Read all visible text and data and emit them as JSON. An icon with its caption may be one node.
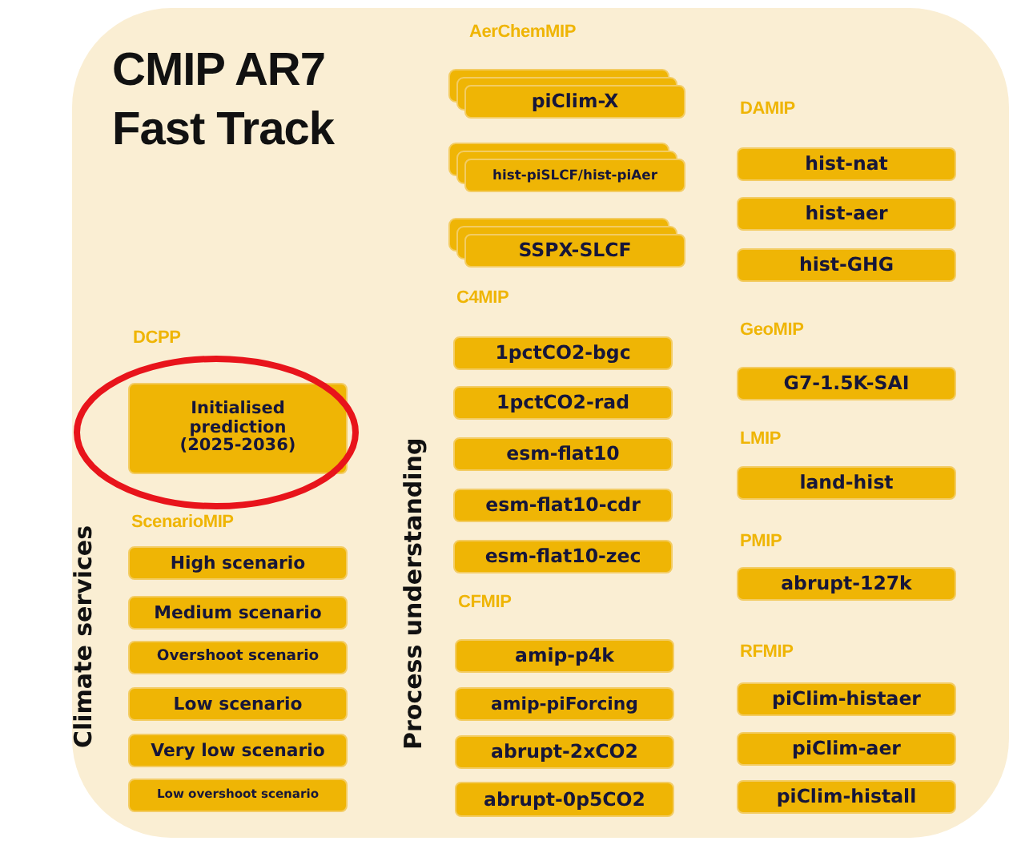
{
  "diagram": {
    "title": "CMIP AR7 Fast Track",
    "nodes": [
      {
        "text": [
          "Initialised prediction (2025-2036)"
        ]
      },
      {
        "text": [
          "High scenario"
        ]
      },
      {
        "text": [
          "Medium scenario"
        ]
      },
      {
        "text": [
          "Overshoot scenario"
        ]
      },
      {
        "text": [
          "Low scenario"
        ]
      },
      {
        "text": [
          "Very low scenario"
        ]
      },
      {
        "text": [
          "Low overshoot scenario"
        ]
      },
      {
        "text": [
          "piClim-X"
        ]
      },
      {
        "text": [
          "hist-piSLCF/hist-piAer"
        ]
      },
      {
        "text": [
          "SSPX-SLCF"
        ]
      },
      {
        "text": [
          "1pctCO2-bgc"
        ]
      },
      {
        "text": [
          "1pctCO2-rad"
        ]
      },
      {
        "text": [
          "esm-flat10"
        ]
      },
      {
        "text": [
          "esm-flat10-cdr"
        ]
      },
      {
        "text": [
          "esm-flat10-zec"
        ]
      },
      {
        "text": [
          "amip-p4k"
        ]
      },
      {
        "text": [
          "amip-piForcing"
        ]
      },
      {
        "text": [
          "abrupt-2xCO2"
        ]
      },
      {
        "text": [
          "abrupt-0p5CO2"
        ]
      },
      {
        "text": [
          "hist-nat"
        ]
      },
      {
        "text": [
          "hist-aer"
        ]
      },
      {
        "text": [
          "hist-GHG"
        ]
      },
      {
        "text": [
          "G7-1.5K-SAI"
        ]
      },
      {
        "text": [
          "land-hist"
        ]
      },
      {
        "text": [
          "abrupt-127k"
        ]
      },
      {
        "text": [
          "piClim-histaer"
        ]
      },
      {
        "text": [
          "piClim-aer"
        ]
      },
      {
        "text": [
          "piClim-histall"
        ]
      }
    ],
    "labels": [
      "DCPP",
      "ScenarioMIP",
      "Climate services",
      "Process understanding",
      "AerChemMIP",
      "C4MIP",
      "CFMIP",
      "DAMIP",
      "GeoMIP",
      "LMIP",
      "PMIP",
      "RFMIP"
    ]
  }
}
